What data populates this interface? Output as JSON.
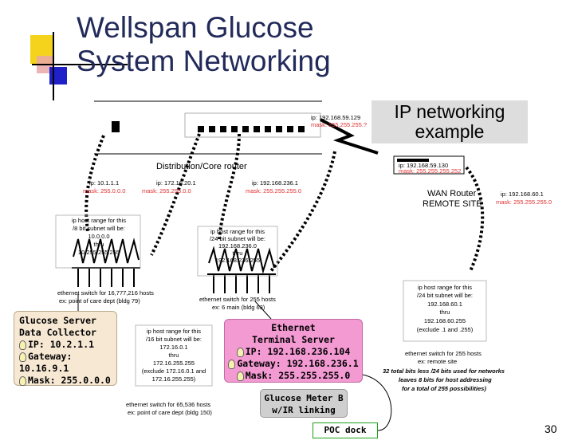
{
  "slide": {
    "title_line1": "Wellspan Glucose",
    "title_line2": "System Networking",
    "page_number": "30"
  },
  "ip_example": {
    "line1": "IP networking",
    "line2": "example"
  },
  "core_router": {
    "label": "Distribution/Core router",
    "ip_top": "ip: 192.168.59.129",
    "mask_top": "mask: 255.255.255.?",
    "iface1_ip": "ip: 10.1.1.1",
    "iface1_mask": "mask: 255.0.0.0",
    "iface2_ip": "ip: 172.16.20.1",
    "iface2_mask": "mask: 255.255.0.0",
    "iface3_ip": "ip: 192.168.236.1",
    "iface3_mask": "mask: 255.255.255.0"
  },
  "wan_router": {
    "label1": "WAN Router",
    "label2": "REMOTE SITE",
    "ip_top": "ip: 192.168.59.130",
    "mask_top": "mask: 255.255.255.252",
    "ip_side": "ip: 192.168.60.1",
    "mask_side": "mask: 255.255.255.0"
  },
  "range_10": {
    "line1": "ip host range for this",
    "line2": "/8 bit subnet will be:",
    "line3": "10.0.0.0",
    "line4": "thru",
    "line5": "10.255.255.255"
  },
  "range_192_236": {
    "line1": "ip host range for this",
    "line2": "/24 bit subnet will be:",
    "line3": "192.168.236.0",
    "line4": "thru",
    "line5": "192.168.236.255"
  },
  "range_172": {
    "line1": "ip host range for this",
    "line2": "/16 bit subnet will be:",
    "line3": "172.16.0.1",
    "line4": "thru",
    "line5": "172.16.255.255",
    "line6": "(exclude 172.16.0.1 and",
    "line7": "172.16.255.255)"
  },
  "range_192_60": {
    "line1": "ip host range for this",
    "line2": "/24 bit subnet will be:",
    "line3": "192.168.60.1",
    "line4": "thru",
    "line5": "192.168.60.255",
    "line6": "(exclude .1 and .255)"
  },
  "switches": {
    "switch_10_line1": "ethernet switch for 16,777,216 hosts",
    "switch_10_line2": "ex: point of care dept (bldg 79)",
    "switch_236_line1": "ethernet switch for 255 hosts",
    "switch_236_line2": "ex: 6 main (bldg 63)",
    "switch_172_line1": "ethernet switch for 65,536 hosts",
    "switch_172_line2": "ex: point of care dept (bldg 150)",
    "switch_60_line1": "ethernet switch for 255 hosts",
    "switch_60_line2": "ex: remote site"
  },
  "remote_note": {
    "line1": "32 total bits less /24 bits used for networks",
    "line2": "leaves 8 bits for host addressing",
    "line3": "for a total of 255 possibilities)"
  },
  "glucose_server": {
    "line1": "Glucose Server",
    "line2": "Data Collector",
    "line3": "IP: 10.2.1.1",
    "line4": "Gateway: 10.16.9.1",
    "line5": "Mask: 255.0.0.0"
  },
  "ethernet_terminal": {
    "line1": "Ethernet",
    "line2": "Terminal Server",
    "line3": "IP: 192.168.236.104",
    "line4": "Gateway: 192.168.236.1",
    "line5": "Mask: 255.255.255.0"
  },
  "glucose_meter": {
    "line1": "Glucose Meter B",
    "line2": "w/IR linking"
  },
  "poc_dock": {
    "label": "POC dock"
  },
  "colors": {
    "title": "#222a5a",
    "server_box": "#f7e8d4",
    "terminal_box": "#f39ad3",
    "meter_box": "#cfcfcf",
    "mask_red": "#e03030",
    "dock_border": "#1aa01a",
    "deco_yellow": "#f5d31c",
    "deco_blue": "#2020c8"
  }
}
